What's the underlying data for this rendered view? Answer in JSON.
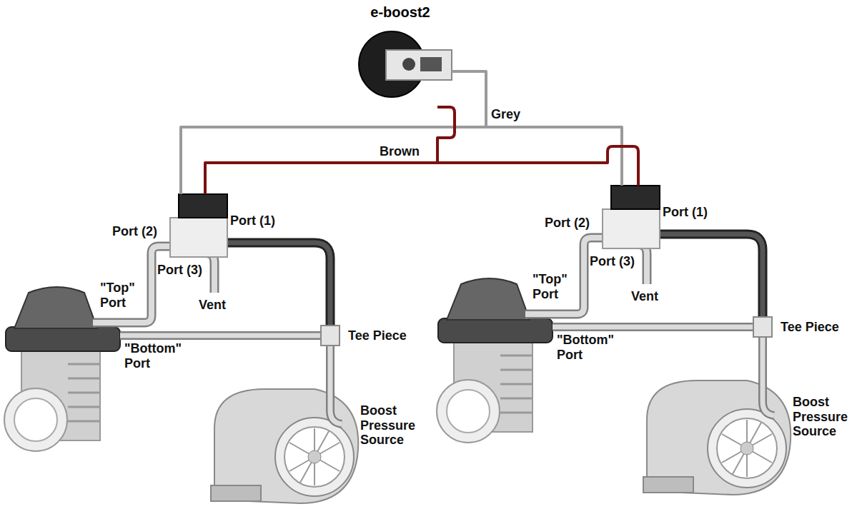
{
  "diagram": {
    "nodes": [
      {
        "text": [
          "e-boost2"
        ]
      }
    ],
    "labels": [
      "Grey",
      "Brown",
      "Port (2)",
      "Port (1)",
      "Port (3)",
      "Vent",
      "\"Top\" Port",
      "Tee Piece",
      "\"Bottom\" Port",
      "Boost Pressure Source",
      "Port (2)",
      "Port (1)",
      "Port (3)",
      "Vent",
      "\"Top\" Port",
      "Tee Piece",
      "\"Bottom\" Port",
      "Boost Pressure Source"
    ]
  }
}
